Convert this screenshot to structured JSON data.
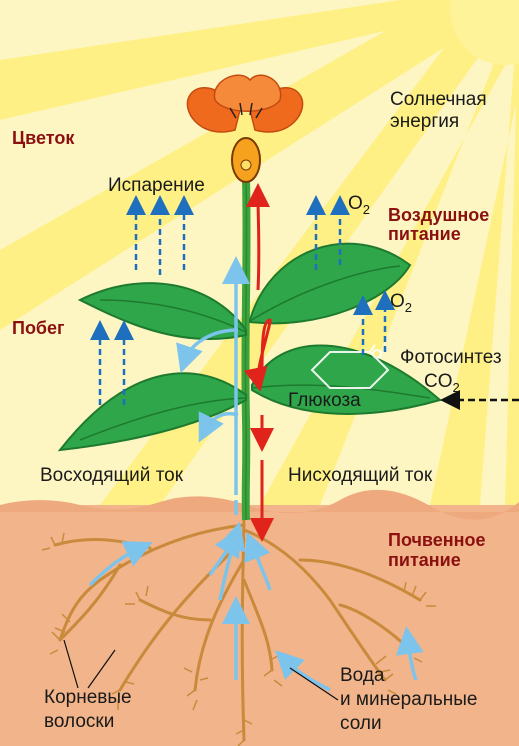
{
  "labels": {
    "sun_energy": [
      "Солнечная",
      "энергия"
    ],
    "flower": "Цветок",
    "evaporation": "Испарение",
    "air_nutrition": [
      "Воздушное",
      "питание"
    ],
    "shoot": "Побег",
    "o2_top": {
      "main": "O",
      "sub": "2"
    },
    "o2_mid": {
      "main": "O",
      "sub": "2"
    },
    "photosynthesis": "Фотосинтез",
    "co2": {
      "main": "CO",
      "sub": "2"
    },
    "glucose": "Глюкоза",
    "ascending": "Восходящий ток",
    "descending": "Нисходящий ток",
    "soil_nutrition": [
      "Почвенное",
      "питание"
    ],
    "root_hairs": [
      "Корневые",
      "волоски"
    ],
    "water": [
      "Вода",
      "и минеральные",
      "соли"
    ]
  },
  "colors": {
    "sky": "#fdf6c3",
    "sun_ray": "#fff07a",
    "soil": "#f2b48a",
    "stem": "#3ea33a",
    "leaf": "#2fa64a",
    "leaf_dark": "#1e7a2e",
    "petal": "#f06a1e",
    "root": "#c98a3c",
    "arrow_up": "#7cc4ec",
    "arrow_blue": "#1f6fbf",
    "arrow_red": "#e0231b",
    "label_bold": "#8b1010"
  }
}
